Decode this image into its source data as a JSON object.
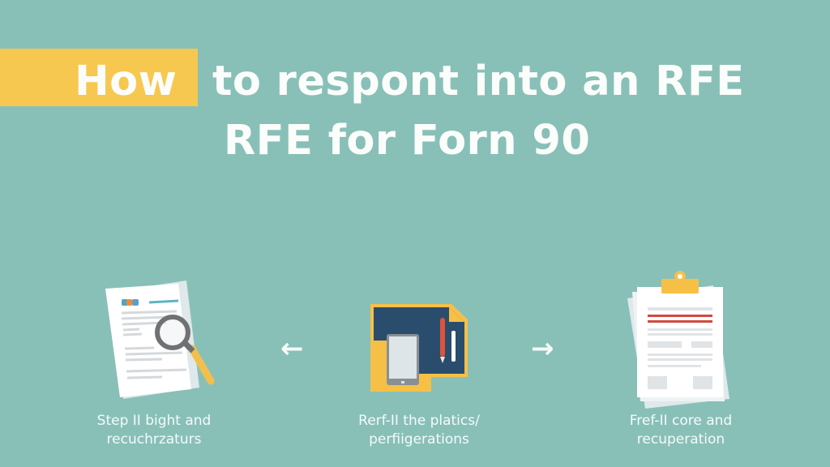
{
  "title": {
    "highlight_word": "How",
    "line1_rest": "to respont into an RFE",
    "line2": "RFE for Forn 90"
  },
  "colors": {
    "background": "#88c0b8",
    "banner": "#f7c84f",
    "text": "#ffffff",
    "navy": "#2a4d6e",
    "accent_red": "#e0533a"
  },
  "steps": [
    {
      "icon": "document-magnifier-icon",
      "label_line1": "Step II bight and",
      "label_line2": "recuchrzaturs"
    },
    {
      "icon": "tablet-folder-icon",
      "label_line1": "Rerf-II the platics/",
      "label_line2": "perfiigerations"
    },
    {
      "icon": "clipboard-icon",
      "label_line1": "Fref-II core and",
      "label_line2": "recuperation"
    }
  ],
  "arrows": {
    "left": "←",
    "right": "→"
  }
}
